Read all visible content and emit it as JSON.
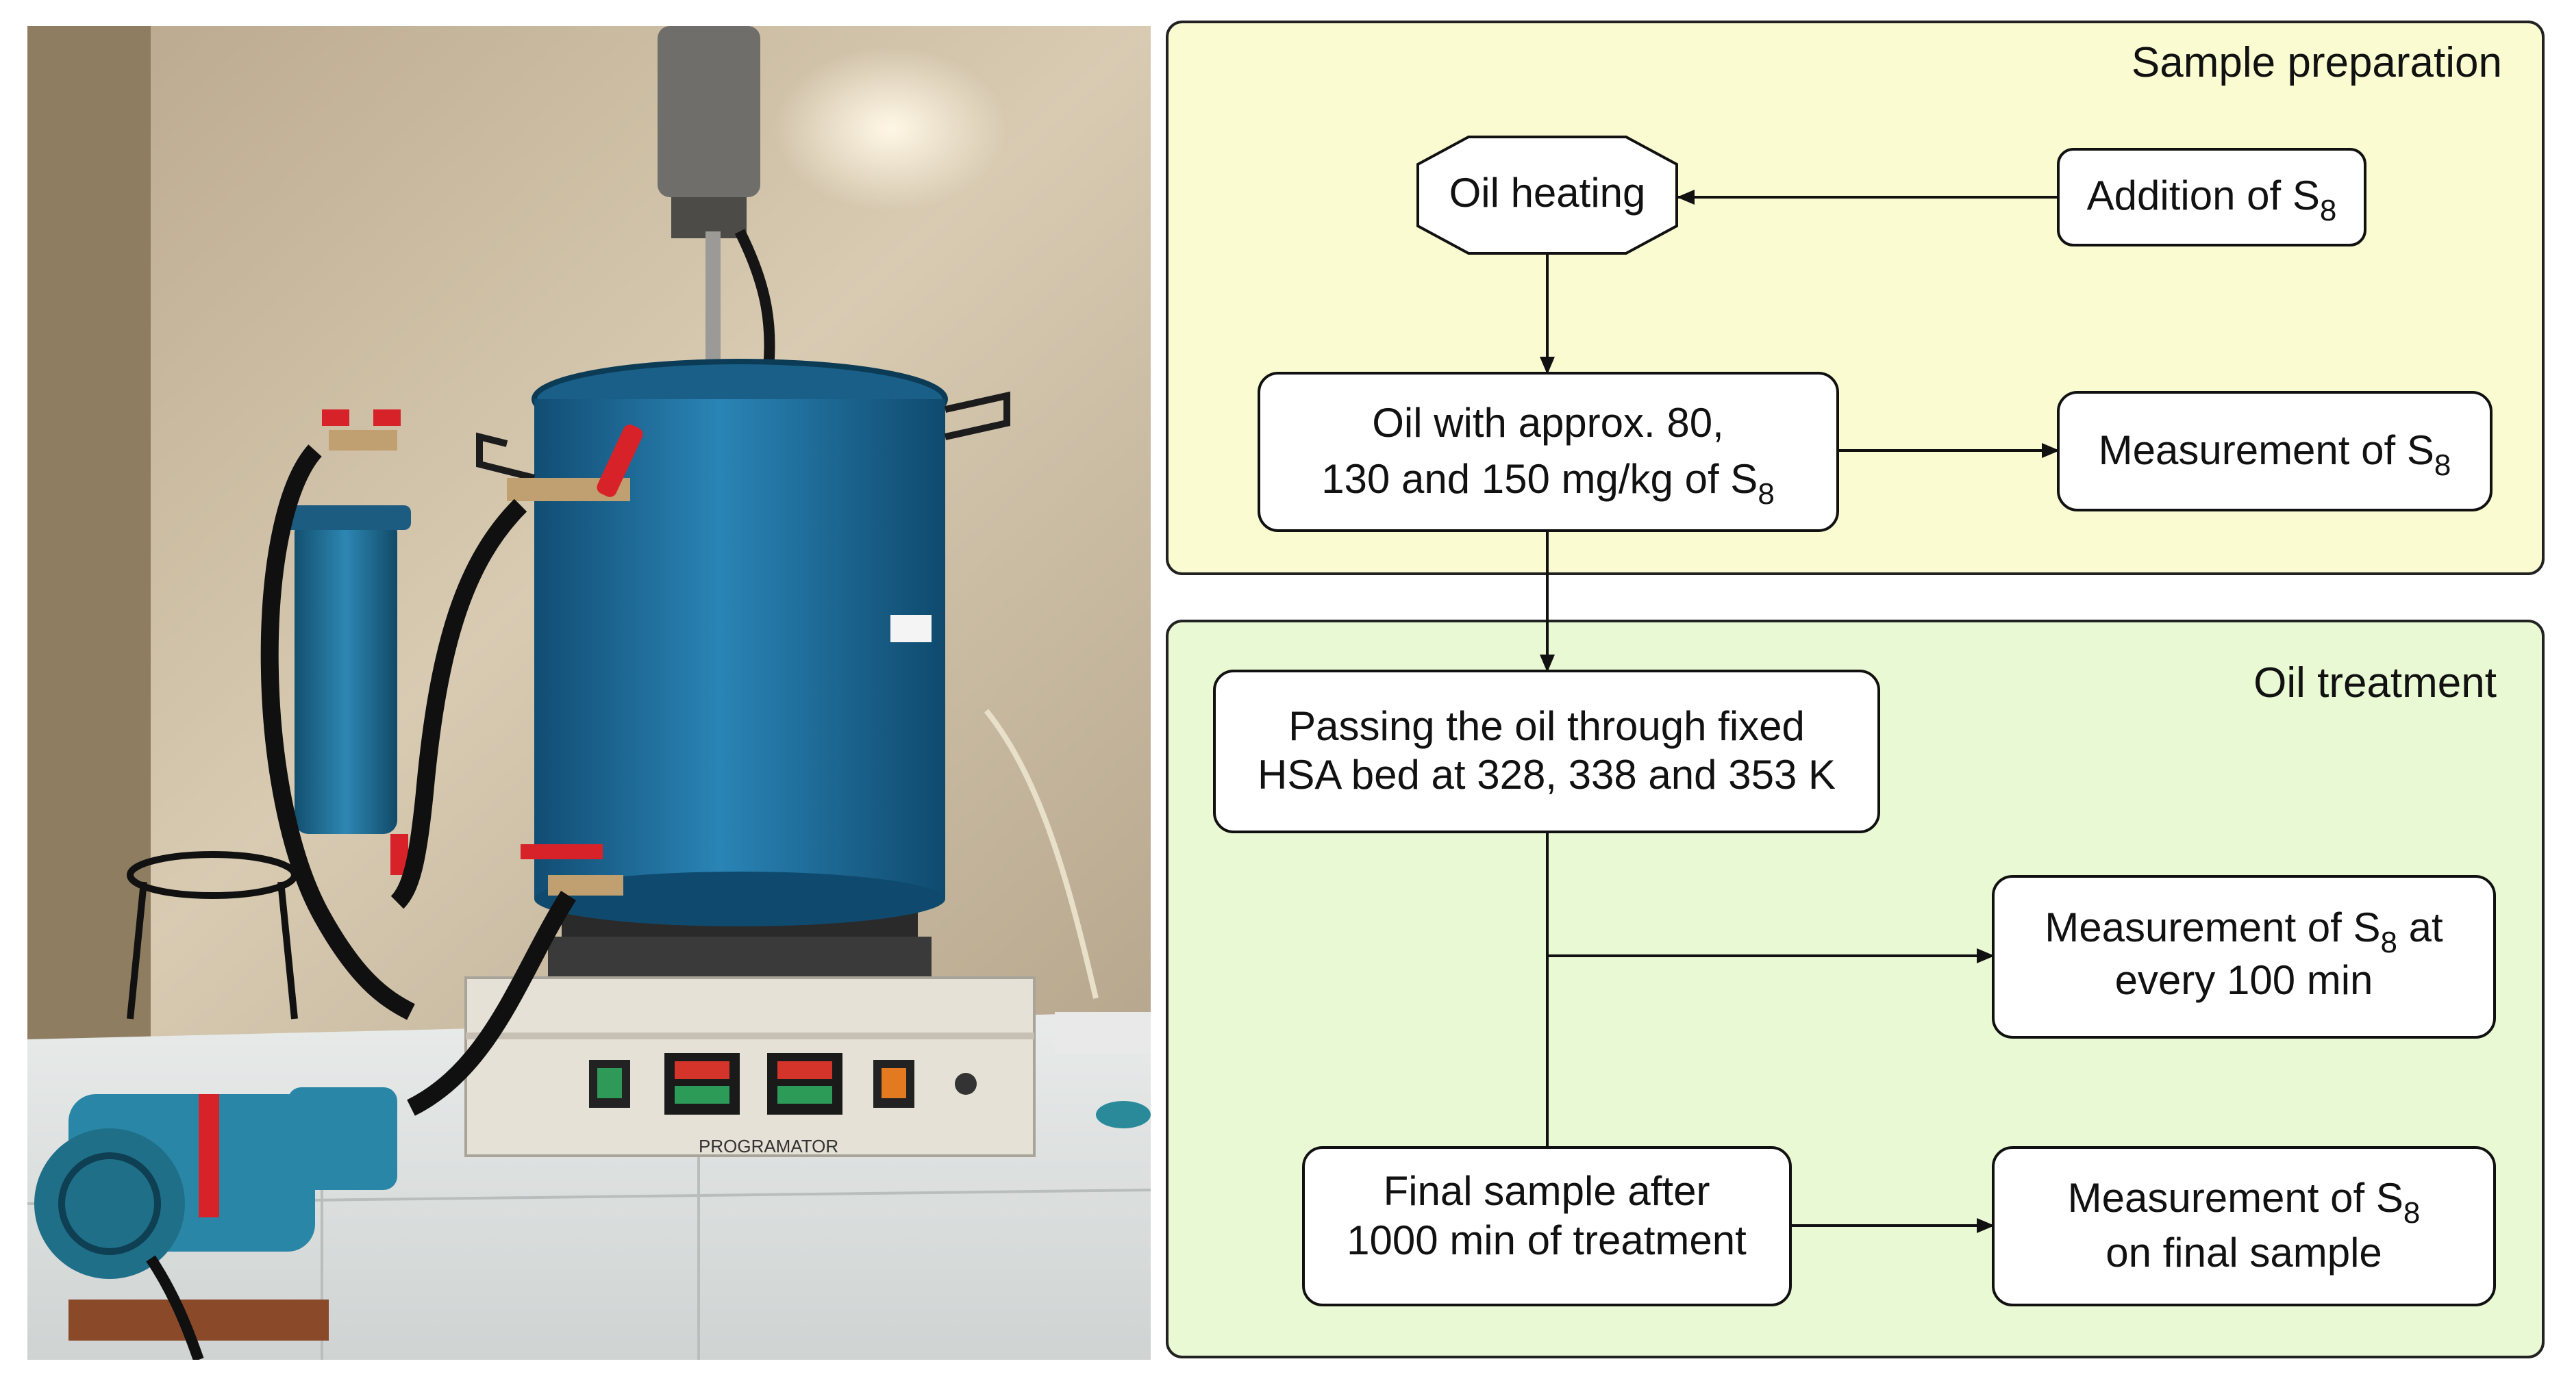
{
  "colors": {
    "prep_panel": "#fbfbd2",
    "treat_panel": "#e9f9d3",
    "panel_border": "#222222",
    "node_fill": "#ffffff",
    "node_border": "#111111",
    "pot_blue": "#1f6f9c",
    "wall": "#c9b89c",
    "bench": "#dfe2e2",
    "pump_blue": "#2a86a6",
    "valve_red": "#d8222a"
  },
  "photo": {
    "controller_label": "PROGRAMATOR"
  },
  "sections": {
    "prep_title": "Sample preparation",
    "treat_title": "Oil treatment"
  },
  "nodes": {
    "oil_heating": {
      "line1": "Oil heating"
    },
    "addition": {
      "line1": "Addition of S",
      "sub1": "8"
    },
    "oil_with": {
      "line1": "Oil with approx. 80,",
      "line2": "130 and 150 mg/kg of S",
      "sub2": "8"
    },
    "measurement_prep": {
      "line1": "Measurement of S",
      "sub1": "8"
    },
    "passing": {
      "line1": "Passing the oil through fixed",
      "line2": "HSA bed at 328, 338 and 353 K"
    },
    "measurement_every": {
      "line1": "Measurement of S",
      "sub1": "8",
      "line1b": " at",
      "line2": "every 100 min"
    },
    "final_sample": {
      "line1": "Final sample after",
      "line2": "1000 min of treatment"
    },
    "measurement_final": {
      "line1": "Measurement of S",
      "sub1": "8",
      "line2": "on final sample"
    }
  }
}
